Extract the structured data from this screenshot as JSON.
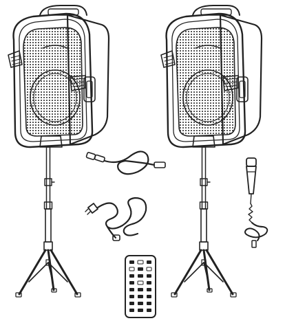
{
  "scene": {
    "background": "#ffffff",
    "line_color": "#222222",
    "items": [
      {
        "id": "speaker-left",
        "icon": "pa-speaker-icon"
      },
      {
        "id": "speaker-right",
        "icon": "pa-speaker-icon"
      },
      {
        "id": "stand-left",
        "icon": "tripod-stand-icon"
      },
      {
        "id": "stand-right",
        "icon": "tripod-stand-icon"
      },
      {
        "id": "link-cable",
        "icon": "audio-cable-icon"
      },
      {
        "id": "power-cord",
        "icon": "power-cord-icon"
      },
      {
        "id": "microphone",
        "icon": "wired-microphone-icon"
      },
      {
        "id": "remote-control",
        "icon": "remote-control-icon"
      }
    ]
  }
}
